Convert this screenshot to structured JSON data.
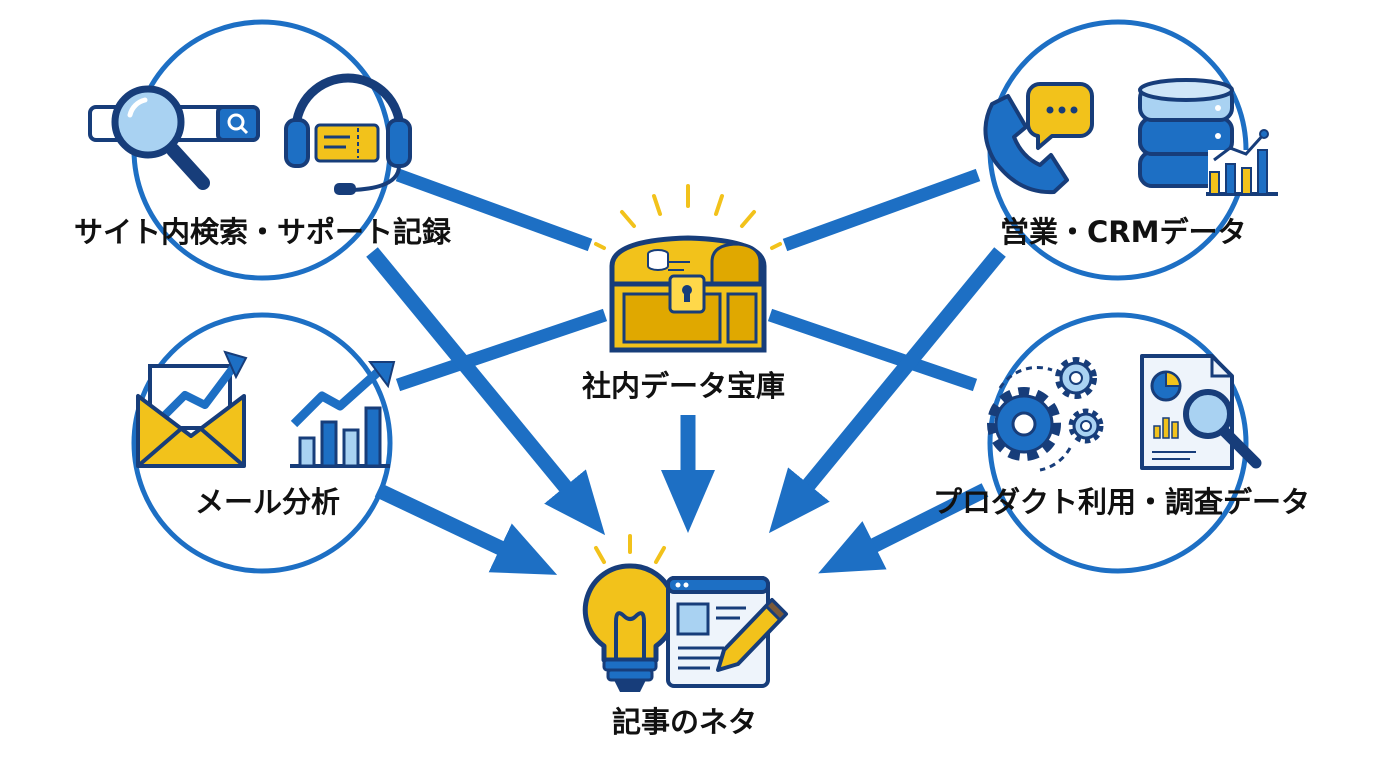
{
  "labels": {
    "site_support": "サイト内検索・サポート記録",
    "sales_crm": "営業・CRMデータ",
    "email_analysis": "メール分析",
    "product_survey": "プロダクト利用・調査データ",
    "treasure": "社内データ宝庫",
    "article_ideas": "記事のネタ"
  },
  "colors": {
    "blue": "#1d6fc4",
    "navy": "#173d7a",
    "gold": "#f2c21b",
    "light_blue": "#a9d2f2"
  },
  "icons": [
    "search-bar-icon",
    "headset-ticket-icon",
    "phone-icon",
    "chat-bubble-icon",
    "database-icon",
    "bar-chart-icon",
    "envelope-trend-icon",
    "growth-chart-icon",
    "gears-icon",
    "report-magnifier-icon",
    "treasure-chest-icon",
    "lightbulb-icon",
    "article-edit-icon"
  ]
}
